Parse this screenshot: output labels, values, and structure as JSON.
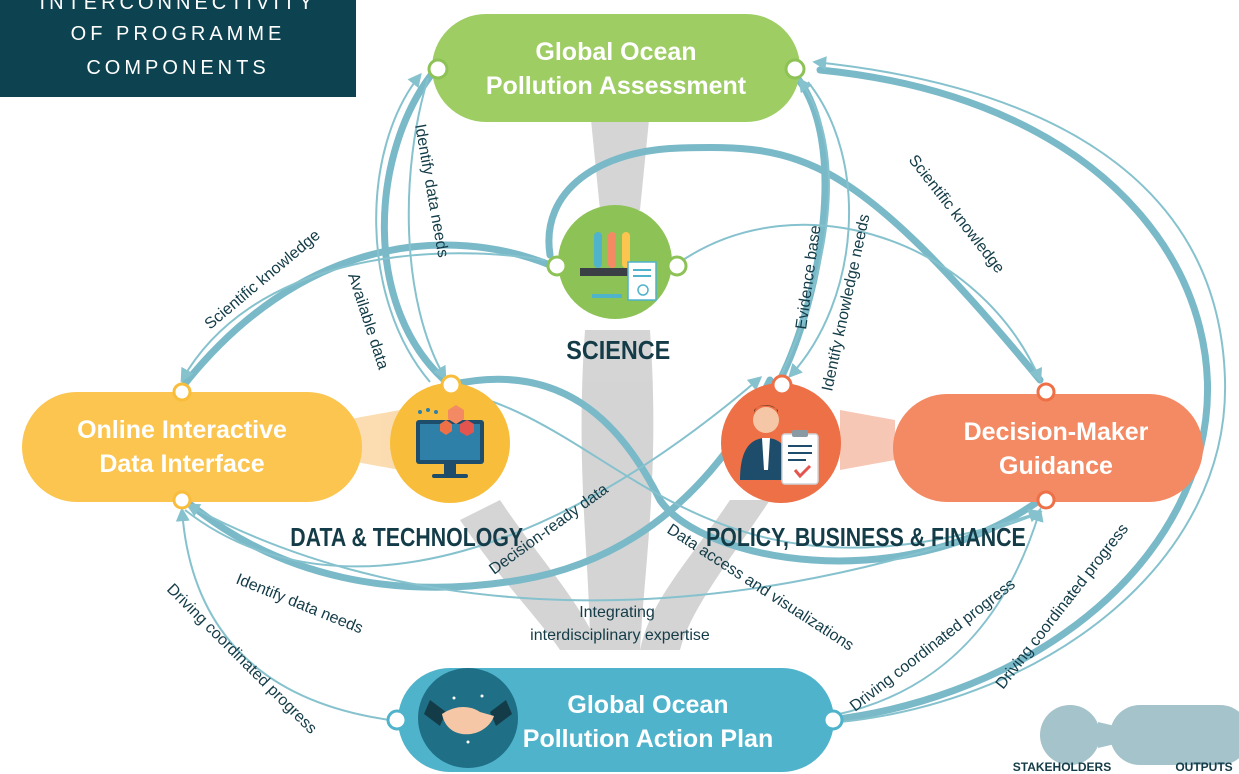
{
  "title": {
    "lines": [
      "INTERCONNECTIVITY",
      "OF PROGRAMME",
      "COMPONENTS"
    ]
  },
  "outputs": {
    "assessment": {
      "line1": "Global Ocean",
      "line2": "Pollution Assessment",
      "color": "#9dcd63"
    },
    "data_interface": {
      "line1": "Online Interactive",
      "line2": "Data Interface",
      "color": "#fbc54f"
    },
    "guidance": {
      "line1": "Decision-Maker",
      "line2": "Guidance",
      "color": "#f38a63"
    },
    "action_plan": {
      "line1": "Global Ocean",
      "line2": "Pollution Action Plan",
      "color": "#4fb3cc"
    }
  },
  "stakeholders": {
    "science": {
      "label": "SCIENCE",
      "icon": "lab-flasks-icon",
      "color": "#8dc256"
    },
    "data_tech": {
      "label": "DATA & TECHNOLOGY",
      "icon": "computer-monitor-icon",
      "color": "#f8bd3a"
    },
    "policy": {
      "label": "POLICY, BUSINESS & FINANCE",
      "icon": "businessman-clipboard-icon",
      "color": "#ed7047"
    },
    "action": {
      "icon": "handshake-icon",
      "color": "#1f6f86"
    }
  },
  "flows": {
    "sci_knowledge_left": "Scientific knowledge",
    "available_data": "Available data",
    "identify_data_needs_top": "Identify data needs",
    "evidence_base": "Evidence base",
    "identify_knowledge_needs": "Identify knowledge needs",
    "sci_knowledge_right": "Scientific knowledge",
    "decision_ready_data": "Decision-ready data",
    "data_access": "Data access and visualizations",
    "identify_data_needs_bottom": "Identify data needs",
    "driving_left": "Driving coordinated progress",
    "driving_right_inner": "Driving coordinated progress",
    "driving_right_outer": "Driving coordinated progress",
    "integrating_line1": "Integrating",
    "integrating_line2": "interdisciplinary expertise"
  },
  "legend": {
    "stakeholders": "STAKEHOLDERS",
    "outputs": "OUTPUTS",
    "stakeholder_color": "#a5c3ca",
    "output_color": "#a5c3ca"
  },
  "colors": {
    "line": "#86c2ce",
    "thick_line": "#7ab9c8",
    "title_bg": "#0d4350",
    "label_dark": "#143c48",
    "gray_band": "#d0d0d0"
  }
}
